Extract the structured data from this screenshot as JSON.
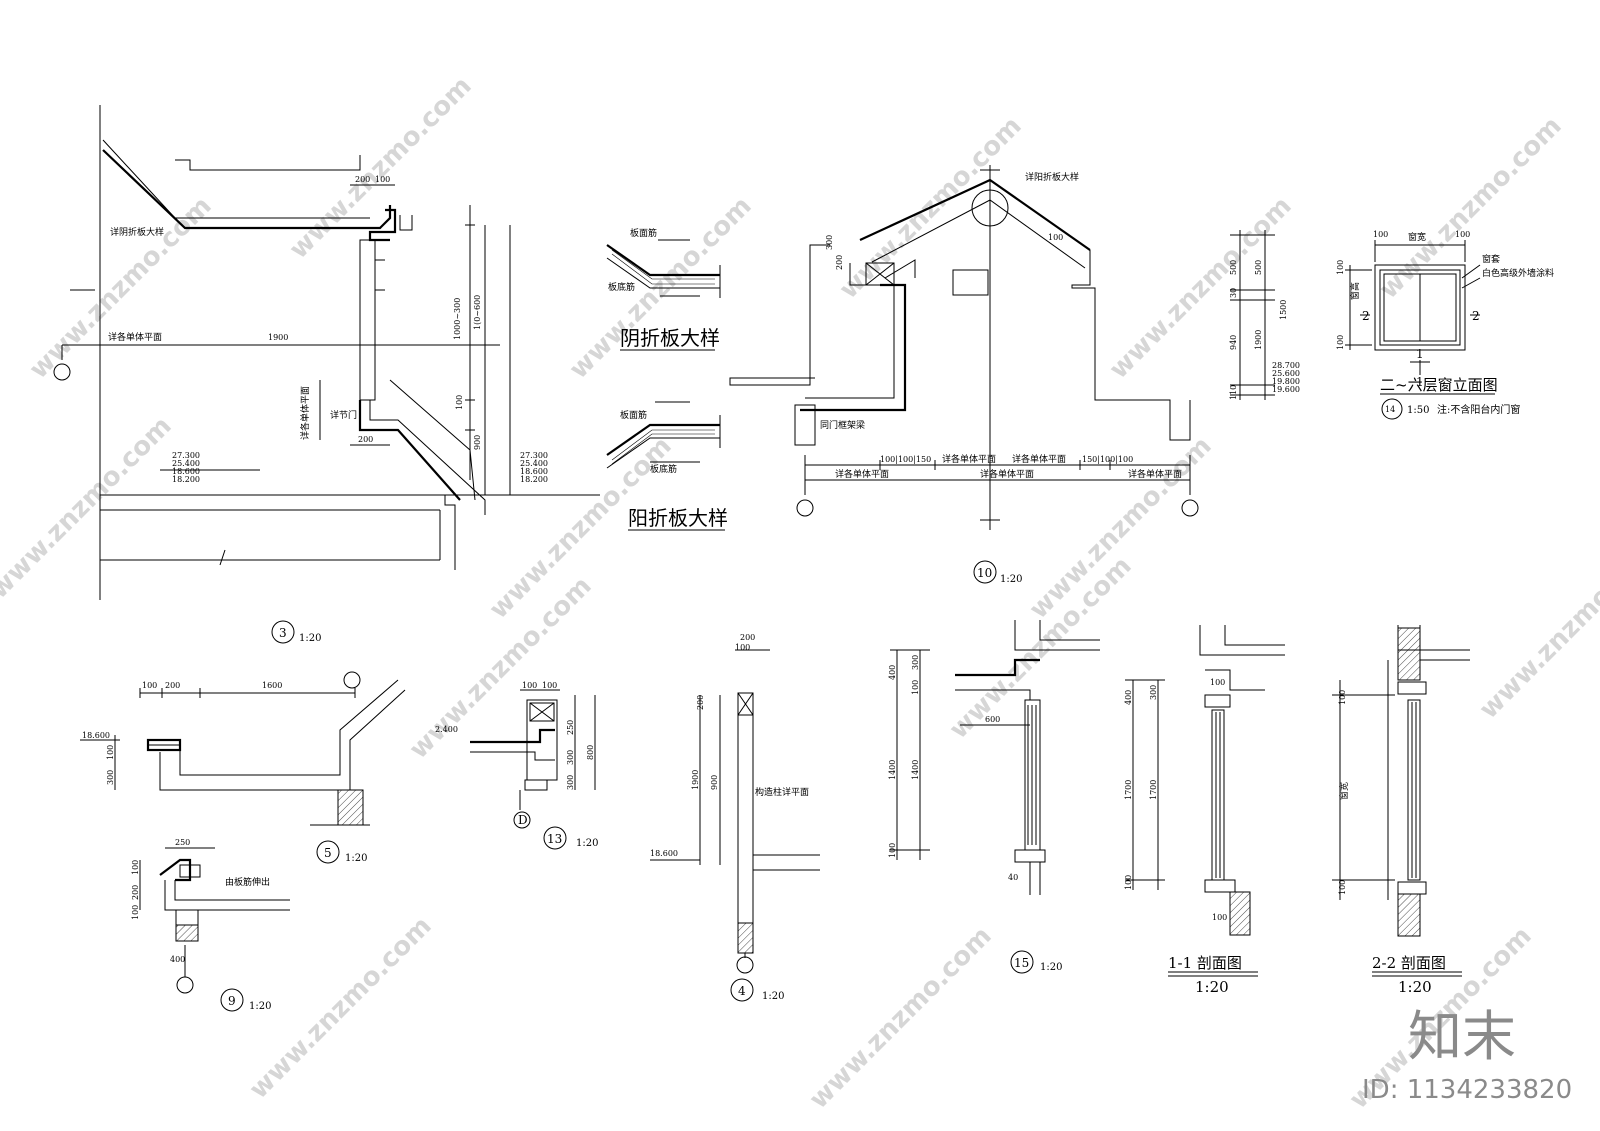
{
  "details": {
    "d3": {
      "number": "3",
      "scale": "1:20",
      "dims": [
        "200",
        "100",
        "1900",
        "1000~300",
        "1(0~600",
        "100",
        "900",
        "200"
      ],
      "notes": [
        "详阴折板大样",
        "详各单体平面",
        "详各单体平面",
        "详节门"
      ],
      "levels": [
        "27.300",
        "25.400",
        "18.600",
        "18.200"
      ],
      "levels_right": [
        "27.300",
        "25.400",
        "18.600",
        "18.200"
      ]
    },
    "yin": {
      "title": "阴折板大样",
      "notes": [
        "板面筋",
        "板底筋"
      ]
    },
    "yang": {
      "title": "阳折板大样",
      "notes": [
        "板面筋",
        "板底筋"
      ]
    },
    "d10": {
      "number": "10",
      "scale": "1:20",
      "dims": [
        "300",
        "200",
        "100",
        "100|100|150",
        "150|100|100"
      ],
      "notes": [
        "详阳折板大样",
        "同门框架梁",
        "详各单体平面",
        "详各单体平面",
        "详各单体平面",
        "详各单体平面",
        "详各单体平面"
      ]
    },
    "dimcol": {
      "dims": [
        "500",
        "500",
        "940",
        "1900",
        "1500",
        "30",
        "110"
      ],
      "levels": [
        "28.700",
        "25.600",
        "19.800",
        "19.600"
      ]
    },
    "d14": {
      "number": "14",
      "scale": "1:50",
      "title": "二~六层窗立面图",
      "note": "注:不含阳台内门窗",
      "labels": [
        "窗宽",
        "窗套",
        "白色高级外墙涂料",
        "窗高",
        "2",
        "2",
        "1",
        "1"
      ],
      "dims": [
        "100",
        "100",
        "100",
        "100"
      ]
    },
    "d5": {
      "number": "5",
      "scale": "1:20",
      "dims": [
        "100",
        "200",
        "1600",
        "100",
        "300"
      ],
      "levels": [
        "18.600"
      ]
    },
    "d13": {
      "number": "13",
      "scale": "1:20",
      "axis": "D",
      "dims": [
        "100",
        "100",
        "250",
        "300",
        "300",
        "800"
      ],
      "levels": [
        "2.400"
      ]
    },
    "d9": {
      "number": "9",
      "scale": "1:20",
      "dims": [
        "250",
        "400",
        "100",
        "200",
        "100"
      ],
      "notes": [
        "由板筋伸出"
      ]
    },
    "d4": {
      "number": "4",
      "scale": "1:20",
      "dims": [
        "200",
        "100",
        "200",
        "1900",
        "900"
      ],
      "notes": [
        "构造柱详平面"
      ],
      "levels": [
        "18.600"
      ]
    },
    "d15": {
      "number": "15",
      "scale": "1:20",
      "dims": [
        "400",
        "300",
        "100",
        "1400",
        "1400",
        "100",
        "600",
        "40"
      ]
    },
    "s11": {
      "title": "1-1 剖面图",
      "scale": "1:20",
      "dims": [
        "400",
        "300",
        "100",
        "1700",
        "1700",
        "100",
        "100"
      ]
    },
    "s22": {
      "title": "2-2 剖面图",
      "scale": "1:20",
      "dims": [
        "100",
        "窗宽",
        "100"
      ]
    }
  },
  "watermark": {
    "text": "www.znzmo.com",
    "brand": "知末",
    "id": "ID: 1134233820"
  }
}
